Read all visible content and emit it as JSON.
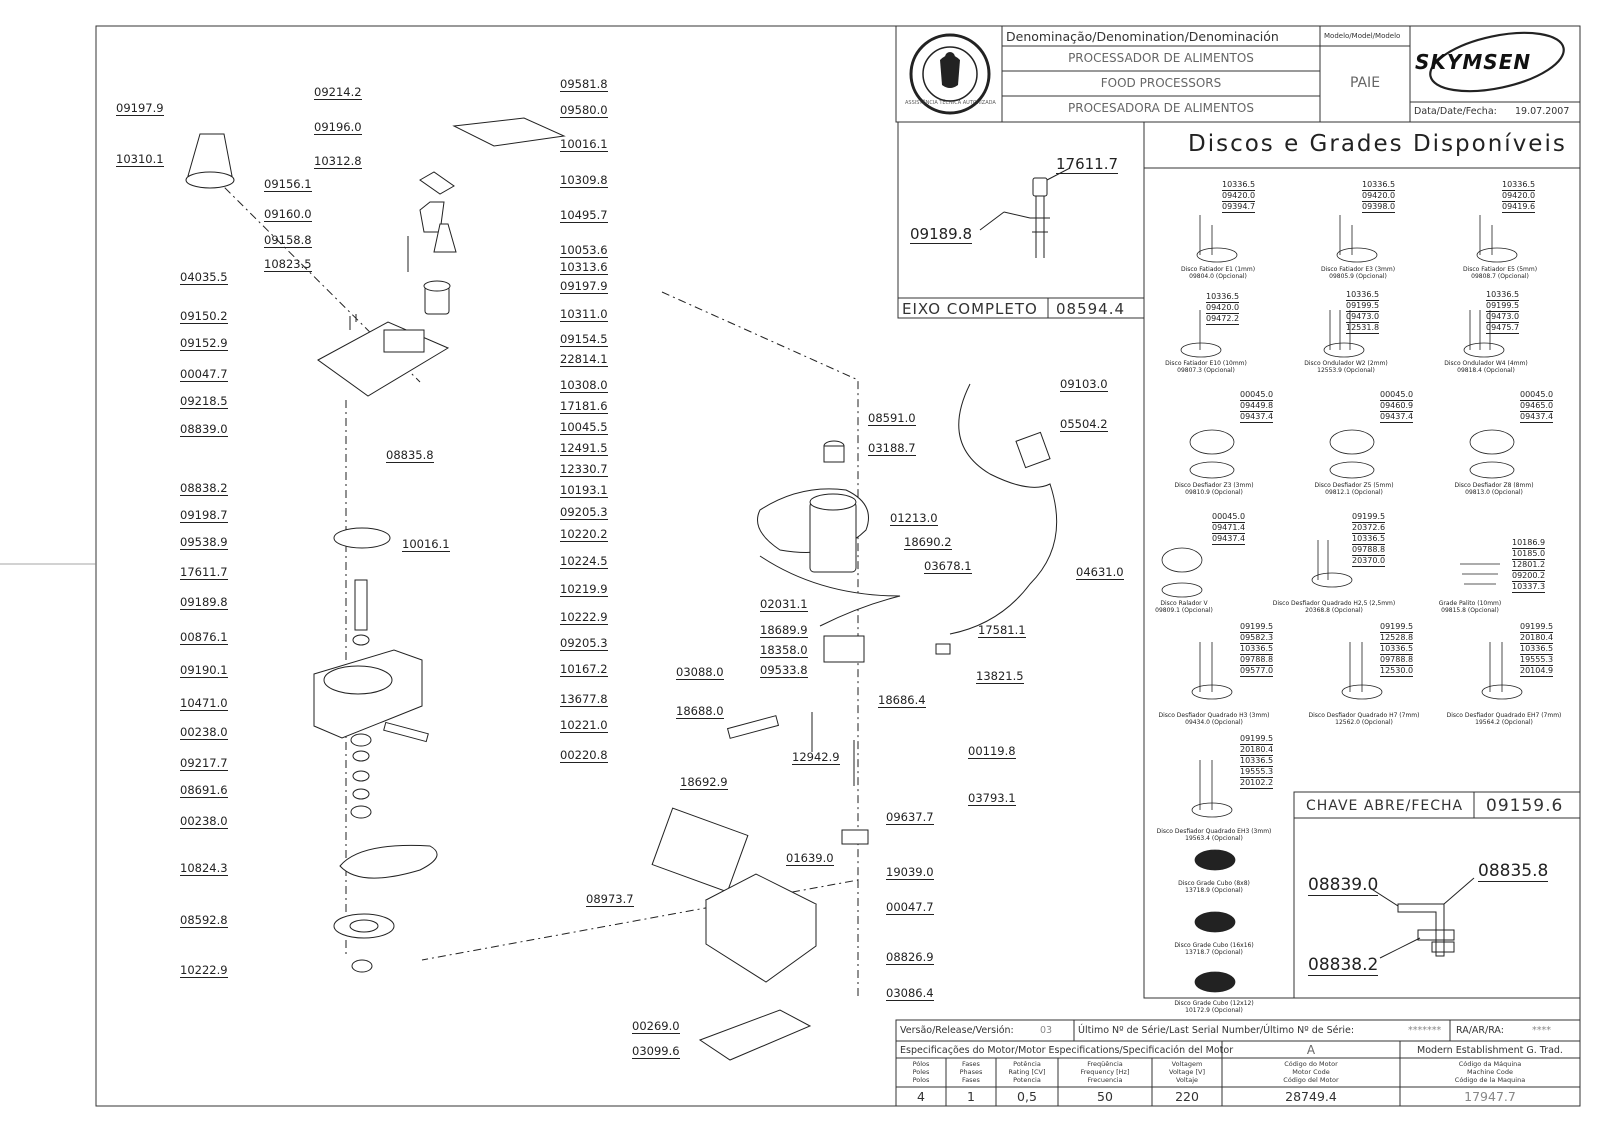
{
  "header": {
    "denomination_label": "Denominação/Denomination/Denominación",
    "model_label": "Modelo/Model/Modelo",
    "names": [
      "PROCESSADOR DE ALIMENTOS",
      "FOOD PROCESSORS",
      "PROCESADORA DE ALIMENTOS"
    ],
    "model": "PAIE",
    "brand": "SKYMSEN",
    "date_label": "Data/Date/Fecha:",
    "date": "19.07.2007",
    "seal_text": "ASSISTÊNCIA TÉCNICA AUTORIZADA"
  },
  "shaft_box": {
    "part_top": "17611.7",
    "part_left": "09189.8",
    "title": "EIXO COMPLETO",
    "code": "08594.4"
  },
  "discs": {
    "title": "Discos e Grades Disponíveis",
    "items": [
      {
        "labels": [
          "10336.5",
          "09420.0",
          "09394.7"
        ],
        "caption": [
          "Disco Fatiador E1 (1mm)",
          "09804.0 (Opcional)"
        ]
      },
      {
        "labels": [
          "10336.5",
          "09420.0",
          "09398.0"
        ],
        "caption": [
          "Disco Fatiador E3 (3mm)",
          "09805.9 (Opcional)"
        ]
      },
      {
        "labels": [
          "10336.5",
          "09420.0",
          "09419.6"
        ],
        "caption": [
          "Disco Fatiador E5 (5mm)",
          "09808.7 (Opcional)"
        ]
      },
      {
        "labels": [
          "10336.5",
          "09420.0",
          "09472.2"
        ],
        "caption": [
          "Disco Fatiador E10 (10mm)",
          "09807.3 (Opcional)"
        ]
      },
      {
        "labels": [
          "10336.5",
          "09199.5",
          "09473.0",
          "12531.8"
        ],
        "caption": [
          "Disco Ondulador W2 (2mm)",
          "12553.9 (Opcional)"
        ]
      },
      {
        "labels": [
          "10336.5",
          "09199.5",
          "09473.0",
          "09475.7"
        ],
        "caption": [
          "Disco Ondulador W4 (4mm)",
          "09818.4 (Opcional)"
        ]
      },
      {
        "labels": [
          "00045.0",
          "09449.8",
          "09437.4"
        ],
        "caption": [
          "Disco Desfiador Z3 (3mm)",
          "09810.9 (Opcional)"
        ]
      },
      {
        "labels": [
          "00045.0",
          "09460.9",
          "09437.4"
        ],
        "caption": [
          "Disco Desfiador Z5 (5mm)",
          "09812.1 (Opcional)"
        ]
      },
      {
        "labels": [
          "00045.0",
          "09465.0",
          "09437.4"
        ],
        "caption": [
          "Disco Desfiador Z8 (8mm)",
          "09813.0 (Opcional)"
        ]
      },
      {
        "labels": [
          "00045.0",
          "09471.4",
          "09437.4"
        ],
        "caption": [
          "Disco Ralador V",
          "09809.1 (Opcional)"
        ]
      },
      {
        "labels": [
          "09199.5",
          "20372.6",
          "10336.5",
          "09788.8",
          "20370.0"
        ],
        "caption": [
          "Disco Desfiador Quadrado H2,5 (2,5mm)",
          "20368.8 (Opcional)"
        ]
      },
      {
        "labels": [
          "10186.9",
          "10185.0",
          "12801.2",
          "09200.2",
          "10337.3"
        ],
        "caption": [
          "Grade Palito (10mm)",
          "09815.8 (Opcional)"
        ]
      },
      {
        "labels": [
          "09199.5",
          "09582.3",
          "10336.5",
          "09788.8",
          "09577.0"
        ],
        "caption": [
          "Disco Desfiador Quadrado H3 (3mm)",
          "09434.0 (Opcional)"
        ]
      },
      {
        "labels": [
          "09199.5",
          "12528.8",
          "10336.5",
          "09788.8",
          "12530.0"
        ],
        "caption": [
          "Disco Desfiador Quadrado H7 (7mm)",
          "12562.0 (Opcional)"
        ]
      },
      {
        "labels": [
          "09199.5",
          "20180.4",
          "10336.5",
          "19555.3",
          "20104.9"
        ],
        "caption": [
          "Disco Desfiador Quadrado EH7 (7mm)",
          "19564.2 (Opcional)"
        ]
      },
      {
        "labels": [
          "09199.5",
          "20180.4",
          "10336.5",
          "19555.3",
          "20102.2"
        ],
        "caption": [
          "Disco Desfiador Quadrado EH3 (3mm)",
          "19563.4 (Opcional)"
        ]
      },
      {
        "labels": [],
        "caption": [
          "Disco Grade Cubo (8x8)",
          "13718.9 (Opcional)"
        ]
      },
      {
        "labels": [],
        "caption": [
          "Disco Grade Cubo (16x16)",
          "13718.7 (Opcional)"
        ]
      },
      {
        "labels": [],
        "caption": [
          "Disco Grade Cubo (12x12)",
          "10172.9 (Opcional)"
        ]
      }
    ]
  },
  "switch_box": {
    "title": "CHAVE ABRE/FECHA",
    "code": "09159.6",
    "parts": [
      "08839.0",
      "08835.8",
      "08838.2"
    ]
  },
  "footer": {
    "version_label": "Versão/Release/Versión:",
    "version": "03",
    "serial_label": "Último Nº de Série/Last Serial Number/Último Nº de Série:",
    "serial": "*******",
    "ra_label": "RA/AR/RA:",
    "ra": "****",
    "motor_spec_label": "Especificações do Motor/Motor Especifications/Specificación del Motor",
    "motor_letter": "A",
    "company": "Modern Establishment G. Trad.",
    "col_headers": [
      [
        "Pólos",
        "Poles",
        "Polos"
      ],
      [
        "Fases",
        "Phases",
        "Fases"
      ],
      [
        "Potência",
        "Rating [CV]",
        "Potencia"
      ],
      [
        "Freqüência",
        "Frequency [Hz]",
        "Frecuencia"
      ],
      [
        "Voltagem",
        "Voltage [V]",
        "Voltaje"
      ],
      [
        "Código do Motor",
        "Motor Code",
        "Código del Motor"
      ],
      [
        "Código da Máquina",
        "Machine Code",
        "Código de la Maquina"
      ]
    ],
    "values": [
      "4",
      "1",
      "0,5",
      "50",
      "220",
      "28749.4",
      "17947.7"
    ]
  },
  "callouts_left": [
    "09197.9",
    "10310.1",
    "09214.2",
    "09196.0",
    "10312.8",
    "09156.1",
    "09160.0",
    "09158.8",
    "10823.5",
    "04035.5",
    "09150.2",
    "09152.9",
    "00047.7",
    "09218.5",
    "08839.0",
    "08838.2",
    "09198.7",
    "08835.8",
    "09538.9",
    "17611.7",
    "09189.8",
    "10016.1",
    "00876.1",
    "09190.1",
    "10471.0",
    "00238.0",
    "09217.7",
    "08691.6",
    "00238.0",
    "10824.3",
    "08592.8",
    "10222.9"
  ],
  "callouts_right": [
    "09581.8",
    "09580.0",
    "10016.1",
    "10309.8",
    "10495.7",
    "10053.6",
    "10313.6",
    "09197.9",
    "10311.0",
    "09154.5",
    "22814.1",
    "10308.0",
    "17181.6",
    "10045.5",
    "12491.5",
    "12330.7",
    "10193.1",
    "09205.3",
    "10220.2",
    "10224.5",
    "10219.9",
    "10222.9",
    "09205.3",
    "10167.2",
    "13677.8",
    "10221.0",
    "00220.8"
  ],
  "callouts_motor": [
    "08591.0",
    "03188.7",
    "09103.0",
    "05504.2",
    "01213.0",
    "18690.2",
    "03678.1",
    "04631.0",
    "02031.1",
    "18689.9",
    "18358.0",
    "09533.8",
    "17581.1",
    "13821.5",
    "18686.4",
    "03088.0",
    "18688.0",
    "12942.9",
    "18692.9",
    "00119.8",
    "03793.1",
    "09637.7",
    "01639.0",
    "19039.0",
    "08973.7",
    "00047.7",
    "08826.9",
    "03086.4",
    "00269.0",
    "03099.6"
  ]
}
